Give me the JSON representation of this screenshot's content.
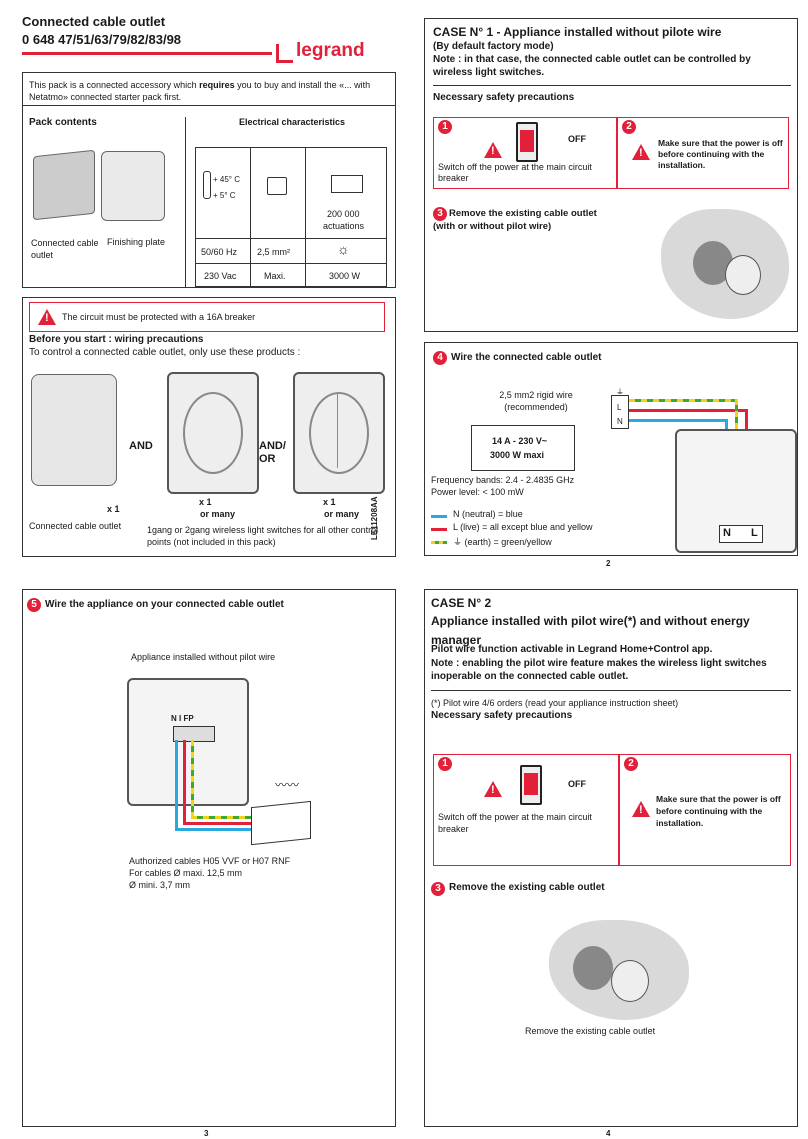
{
  "header": {
    "title": "Connected cable outlet",
    "refs": "0 648 47/51/63/79/82/83/98",
    "logo": "legrand"
  },
  "intro": {
    "pre": "This pack is a connected accessory which ",
    "bold": "requires",
    "post": " you to buy and install the «... with Netatmo» connected starter pack first."
  },
  "pack": {
    "title": "Pack contents",
    "item1": "Connected cable outlet",
    "item2": "Finishing plate"
  },
  "elec": {
    "title": "Electrical characteristics",
    "temp_hi": "+ 45° C",
    "temp_lo": "+ 5° C",
    "actuations_value": "200 000",
    "actuations_label": "actuations",
    "freq": "50/60 Hz",
    "section": "2,5 mm²",
    "voltage": "230 Vac",
    "maxi": "Maxi.",
    "power": "3000 W"
  },
  "before": {
    "warning": "The circuit must be protected with a 16A breaker",
    "title": "Before you start : wiring precautions",
    "text": "To control a connected cable outlet, only use these products :",
    "and": "AND",
    "and_or": "AND/ OR",
    "x1a": "x 1",
    "x1b": "x 1",
    "x1c": "x 1",
    "many1": "or many",
    "many2": "or many",
    "cap1": "Connected cable outlet",
    "cap2": "1gang or 2gang wireless light switches for all other control points (not included in this pack)",
    "docref": "LE11208AA"
  },
  "case1": {
    "title": "CASE N° 1 - Appliance installed without pilote wire",
    "sub1": "(By default factory mode)",
    "sub2": "Note : in that case, the connected cable outlet can be controlled by wireless light switches.",
    "safety": "Necessary safety precautions",
    "n1": "1",
    "off": "OFF",
    "switch_text": "Switch off the power at the main circuit breaker",
    "n2": "2",
    "power_text": "Make sure that the power is off before continuing with the installation.",
    "n3": "3",
    "remove": "Remove the existing cable outlet (with or without pilot wire)"
  },
  "step4": {
    "n": "4",
    "title": "Wire the connected cable outlet",
    "wire_note": "2,5 mm2 rigid wire (recommended)",
    "rating1": "14 A - 230 V~",
    "rating2": "3000 W maxi",
    "freq": "Frequency bands: 2.4 - 2.4835 GHz",
    "power": "Power level: < 100 mW",
    "legend_n": "N (neutral) = blue",
    "legend_l": "L (live) = all except blue and yellow",
    "legend_e": "⏚ (earth) = green/yellow",
    "term_n": "N",
    "term_l": "L",
    "pin_e": "⏚",
    "pin_l": "L",
    "pin_n": "N"
  },
  "page2": "2",
  "step5": {
    "n": "5",
    "title": "Wire the appliance on your connected cable outlet",
    "caption": "Appliance installed without pilot wire",
    "terms": "N  I  FP",
    "cables1": "Authorized cables H05 VVF or H07 RNF",
    "cables2": "For cables Ø maxi. 12,5 mm",
    "cables3": "Ø mini. 3,7 mm"
  },
  "page3": "3",
  "case2": {
    "title1": "CASE N° 2",
    "title2": "Appliance installed with pilot wire(*) and without energy manager",
    "note1": "Pilot wire function activable in Legrand Home+Control app.",
    "note2": "Note : enabling the pilot wire feature makes the wireless light switches inoperable on the connected cable outlet.",
    "footnote": "(*) Pilot wire 4/6 orders (read your appliance instruction sheet)",
    "safety": "Necessary safety precautions",
    "n1": "1",
    "off": "OFF",
    "switch_text": "Switch off the power at the main circuit breaker",
    "n2": "2",
    "power_text": "Make sure that the power is off before continuing with the installation.",
    "n3": "3",
    "remove": "Remove the existing cable outlet",
    "caption": "Remove the existing cable outlet"
  },
  "page4": "4",
  "colors": {
    "accent": "#e2203a",
    "neutral": "#2aa8e0",
    "live": "#e2203a",
    "earth": "#f2d21b",
    "earth2": "#3aa935"
  }
}
